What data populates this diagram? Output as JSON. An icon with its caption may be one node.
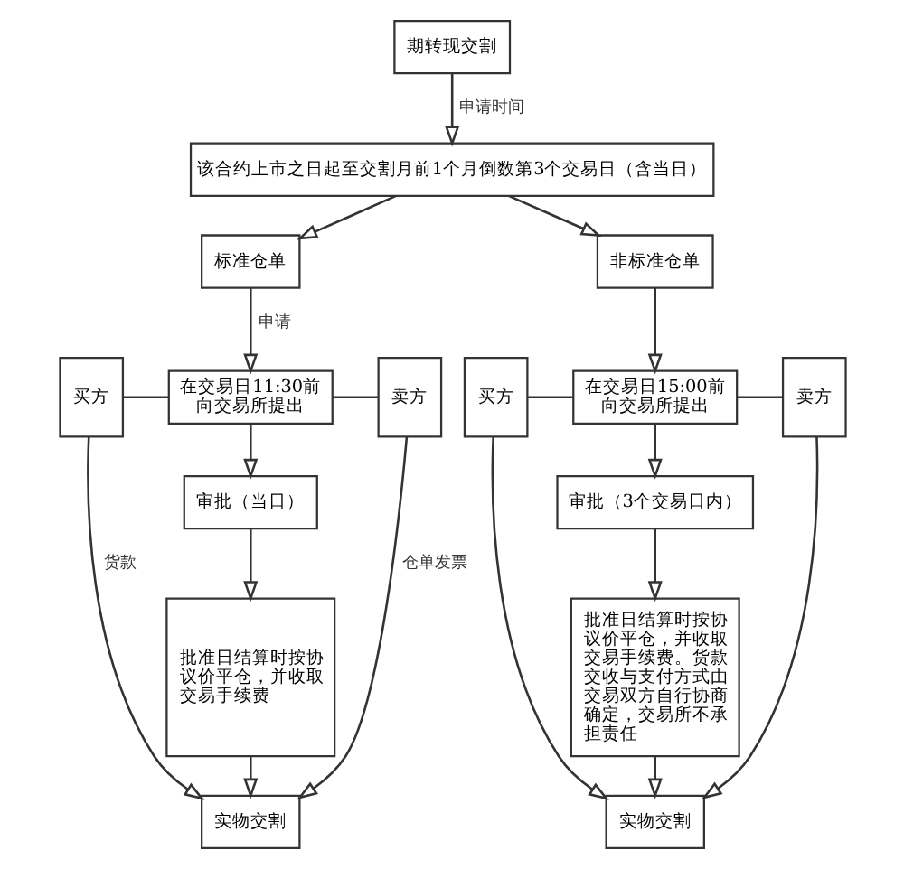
{
  "diagram": {
    "nodes": [
      {
        "text": [
          "期转现交割"
        ]
      },
      {
        "text": [
          "该合约上市之日起至交割月前1个月倒数第3个交易日（含当日）"
        ]
      },
      {
        "text": [
          "标准仓单"
        ]
      },
      {
        "text": [
          "非标准仓单"
        ]
      },
      {
        "text": [
          "买方"
        ]
      },
      {
        "text": [
          "在交易日11:30前向交易所提出"
        ]
      },
      {
        "text": [
          "卖方"
        ]
      },
      {
        "text": [
          "买方"
        ]
      },
      {
        "text": [
          "在交易日15:00前向交易所提出"
        ]
      },
      {
        "text": [
          "卖方"
        ]
      },
      {
        "text": [
          "审批（当日）"
        ]
      },
      {
        "text": [
          "审批（3个交易日内）"
        ]
      },
      {
        "text": [
          "批准日结算时按协议价平仓，并收取交易手续费"
        ]
      },
      {
        "text": [
          "批准日结算时按协议价平仓，并收取交易手续费。货款交收与支付方式由交易双方自行协商确定，交易所不承担责任"
        ]
      },
      {
        "text": [
          "实物交割"
        ]
      },
      {
        "text": [
          "实物交割"
        ]
      }
    ],
    "edges": [
      {
        "from": 0,
        "to": 1,
        "arrow": "to",
        "label": "申请时间"
      },
      {
        "from": 1,
        "to": 2,
        "arrow": "to"
      },
      {
        "from": 1,
        "to": 3,
        "arrow": "to"
      },
      {
        "from": 2,
        "to": 5,
        "arrow": "to",
        "label": "申请"
      },
      {
        "from": 3,
        "to": 8,
        "arrow": "to"
      },
      {
        "from": 4,
        "to": 5,
        "arrow": "none"
      },
      {
        "from": 5,
        "to": 6,
        "arrow": "none"
      },
      {
        "from": 7,
        "to": 8,
        "arrow": "none"
      },
      {
        "from": 8,
        "to": 9,
        "arrow": "none"
      },
      {
        "from": 5,
        "to": 10,
        "arrow": "to"
      },
      {
        "from": 8,
        "to": 11,
        "arrow": "to"
      },
      {
        "from": 10,
        "to": 12,
        "arrow": "to"
      },
      {
        "from": 11,
        "to": 13,
        "arrow": "to"
      },
      {
        "from": 12,
        "to": 14,
        "arrow": "to"
      },
      {
        "from": 13,
        "to": 15,
        "arrow": "to"
      },
      {
        "from": 4,
        "to": 14,
        "arrow": "to",
        "label": "货款"
      },
      {
        "from": 6,
        "to": 14,
        "arrow": "to",
        "label": "仓单发票"
      },
      {
        "from": 7,
        "to": 15,
        "arrow": "to"
      },
      {
        "from": 9,
        "to": 15,
        "arrow": "to"
      }
    ]
  }
}
